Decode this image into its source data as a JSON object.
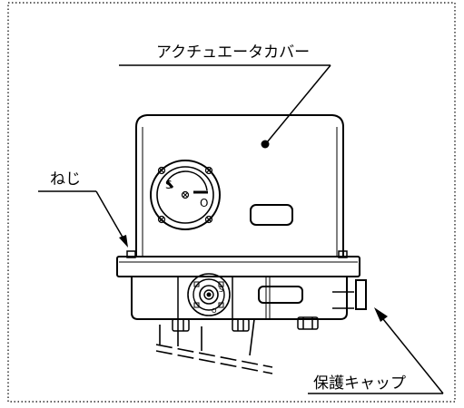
{
  "labels": {
    "actuator_cover": "アクチュエータカバー",
    "screw": "ねじ",
    "protective_cap": "保護キャップ"
  },
  "gauge": {
    "mark_s": "S",
    "mark_o": "O"
  },
  "indicator": {
    "mark_s": "S",
    "mark_o": "O"
  },
  "colors": {
    "line": "#000000",
    "background": "#ffffff"
  }
}
